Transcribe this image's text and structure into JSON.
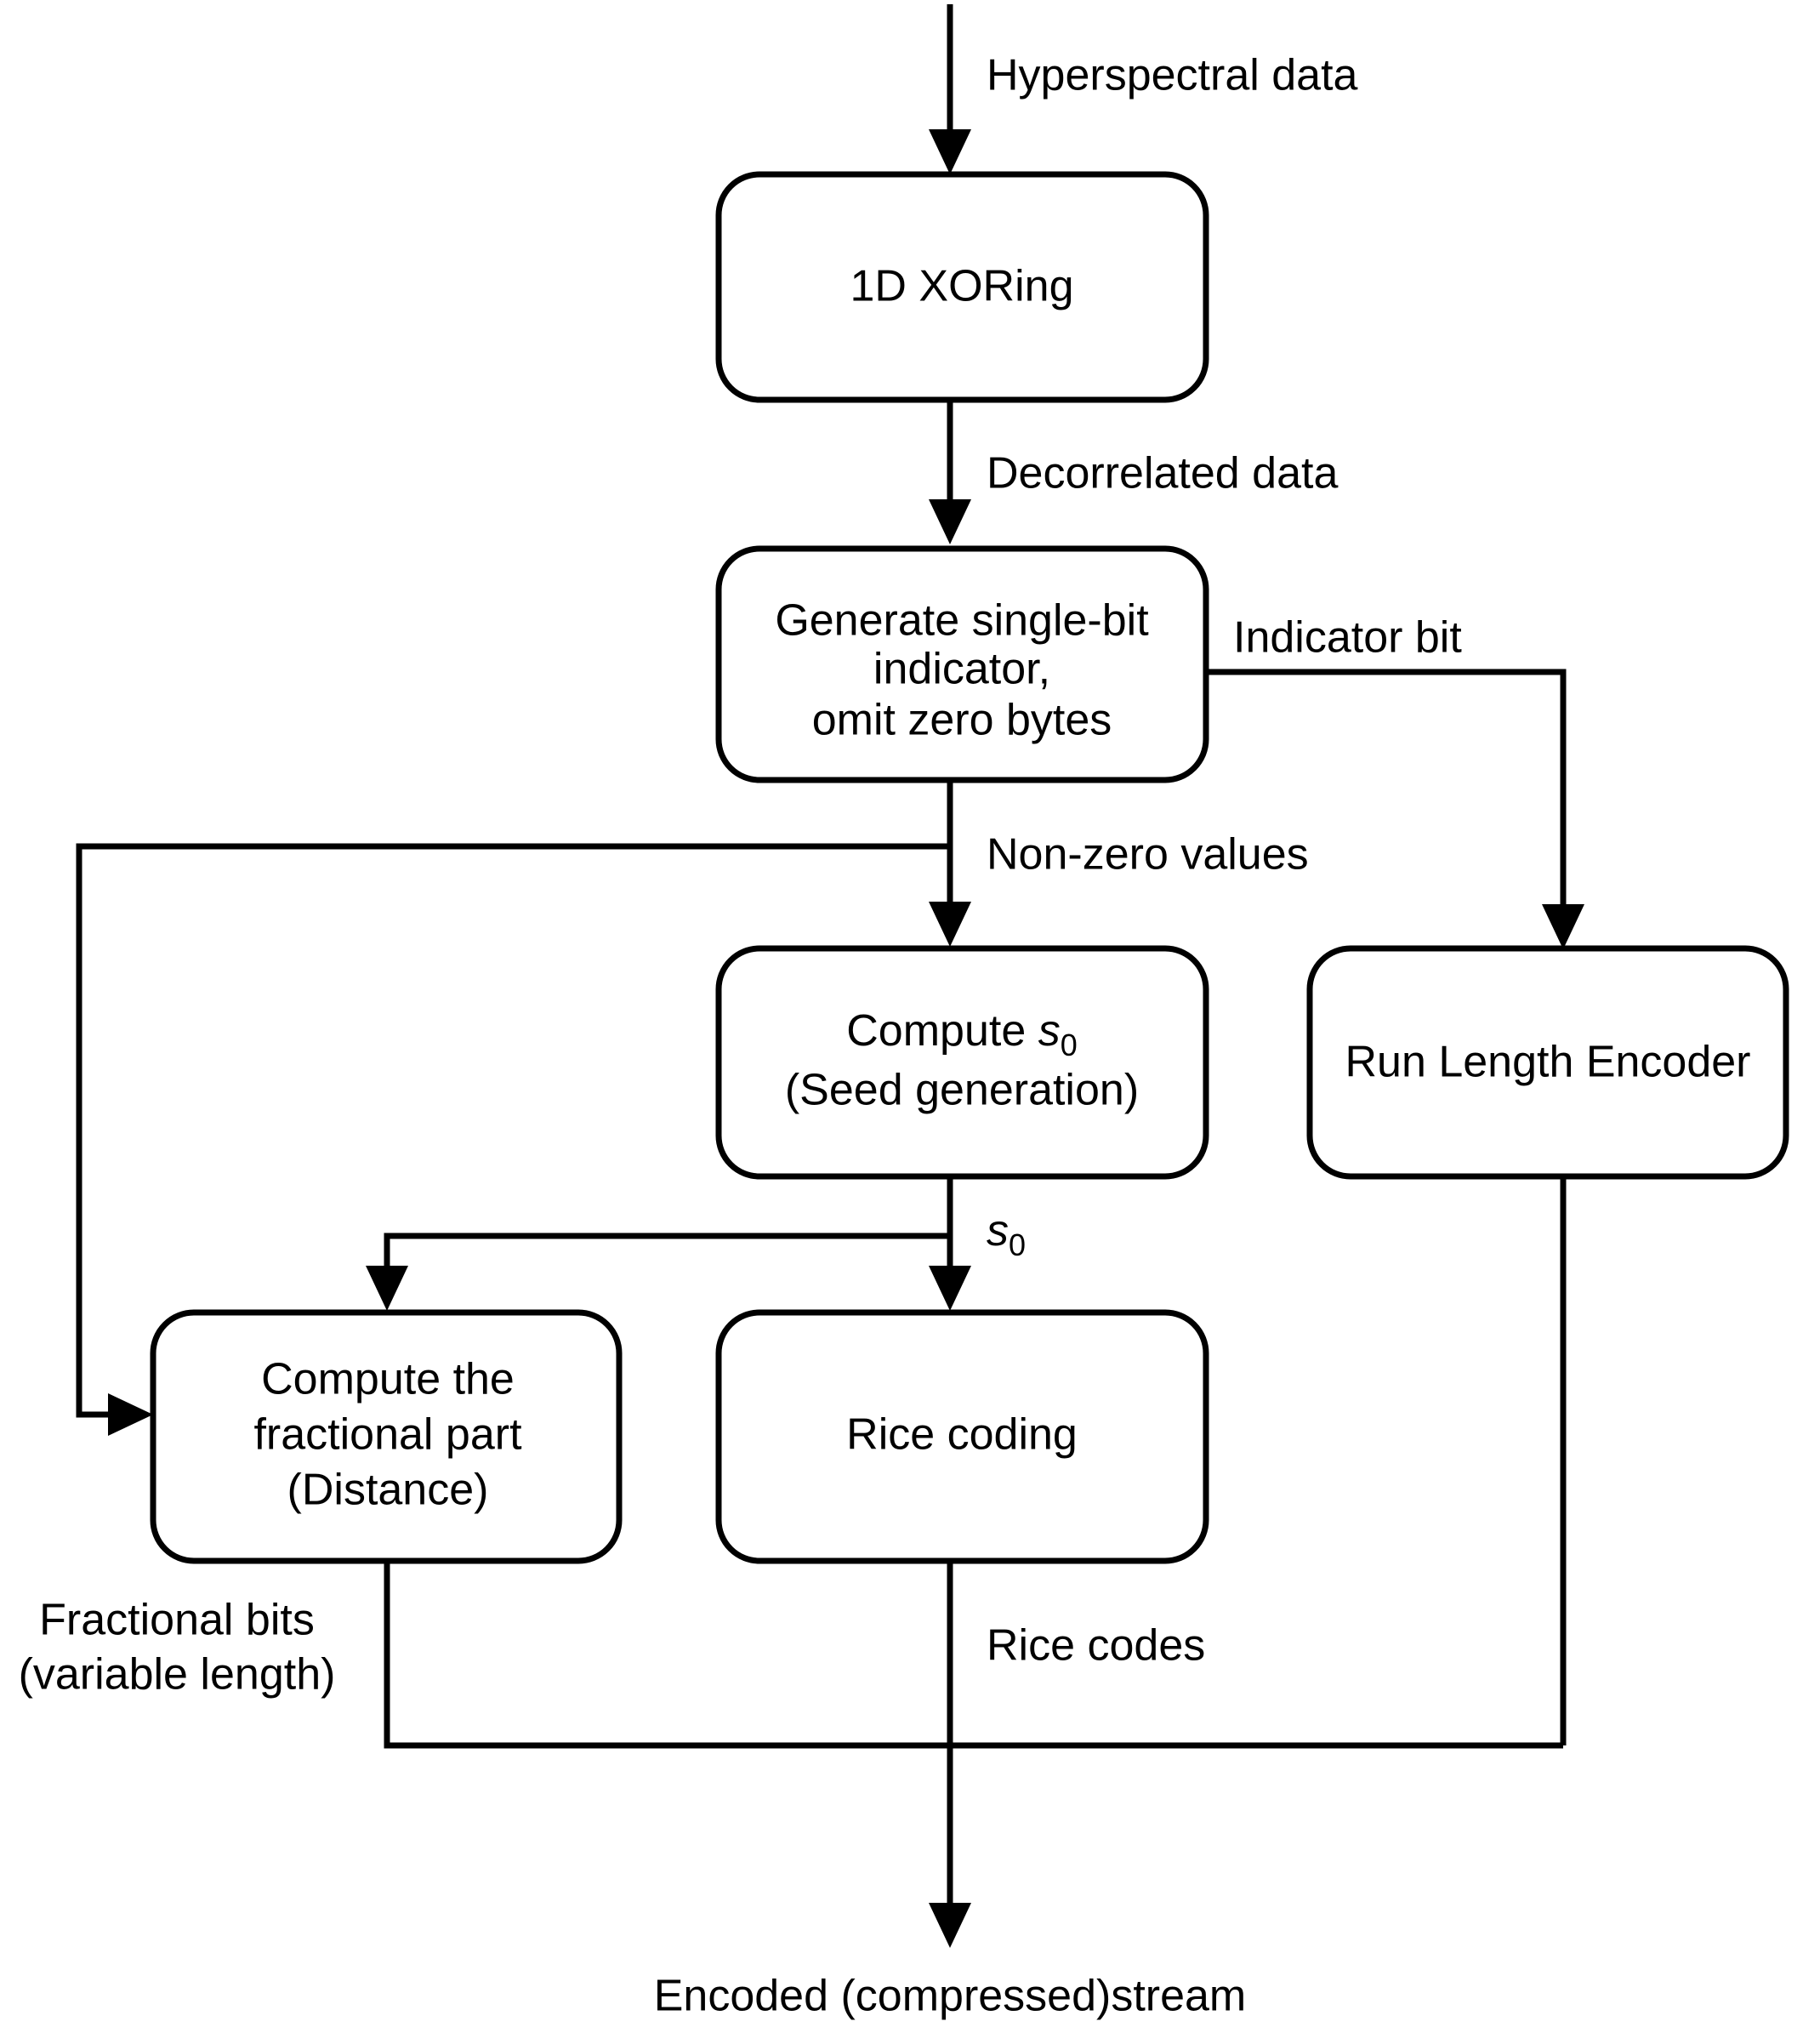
{
  "diagram": {
    "title": "Hyperspectral compression encoder flowchart",
    "line_color": "#000000",
    "box_fill": "#ffffff",
    "background": "#ffffff"
  },
  "nodes": {
    "xoring": {
      "label": "1D XORing"
    },
    "indicator": {
      "line1": "Generate single-bit",
      "line2": "indicator,",
      "line3": "omit zero bytes"
    },
    "seed": {
      "line1_prefix": "Compute ",
      "line1_var": "s",
      "line1_sub": "0",
      "line2": "(Seed generation)"
    },
    "rle": {
      "label": "Run Length Encoder"
    },
    "fractional": {
      "line1": "Compute the",
      "line2": "fractional part",
      "line3": "(Distance)"
    },
    "rice": {
      "label": "Rice coding"
    }
  },
  "edges": {
    "input": "Hyperspectral data",
    "decorrelated": "Decorrelated data",
    "indicator_bit": "Indicator bit",
    "nonzero": "Non-zero values",
    "seed_var": "s",
    "seed_sub": "0",
    "fractional_bits_line1": "Fractional bits",
    "fractional_bits_line2": "(variable length)",
    "rice_codes": "Rice codes",
    "output": "Encoded (compressed)stream"
  }
}
